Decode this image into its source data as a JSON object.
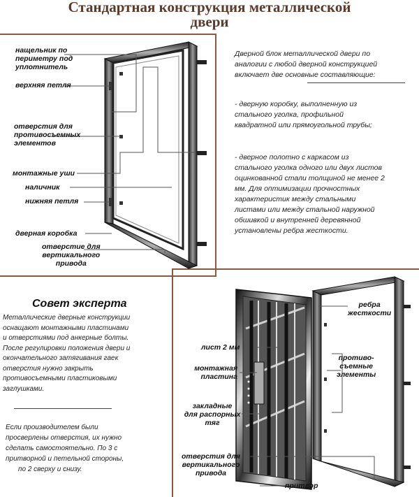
{
  "title": {
    "line1": "Стандартная конструкция металлической",
    "line2": "двери"
  },
  "top_labels": [
    "нащельник по",
    "периметру под",
    "уплотнитель",
    "верхняя петля",
    "отверстия для",
    "противосъемных",
    "элементов",
    "монтажные уши",
    "наличник",
    "нижняя петля",
    "дверная коробка",
    "отверстие для",
    "вертикального",
    "привода"
  ],
  "description": {
    "intro": [
      "Дверной блок металлической двери по",
      "аналогии с любой дверной конструкцией",
      "включает две основные составляющие:"
    ],
    "item1": [
      "- дверную коробку, выполненную из",
      "стального уголка, профильной",
      "квадратной или прямоугольной трубы;"
    ],
    "item2": [
      "- дверное полотно с каркасом из",
      "стального уголка одного или двух листов",
      "оцинкованной стали толщиной не менее 2",
      "мм. Для оптимизации прочностных",
      "характеристик между стальными",
      "листами или между стальной наружной",
      "обшивкой и внутренней деревянной",
      "установлены ребра жесткости."
    ]
  },
  "expert": {
    "title": "Совет эксперта",
    "para1": [
      "Металлические дверные конструкции",
      "оснащают монтажными пластинами",
      "и отверстиями под анкерные болты.",
      "После регулировки положения двери и",
      "окончательного затягивания гаек",
      "отверстия нужно закрыть",
      "противосъемными пластиковыми",
      "заглушками."
    ],
    "para2": [
      "Если производителем были",
      "просверлены отверстия, их нужно",
      "сделать самостоятельно. По 3 с",
      "притворной и петельной стороны,",
      "по 2 сверху и снизу."
    ]
  },
  "bottom_labels": {
    "ribs": [
      "ребра",
      "жесткости"
    ],
    "sheet": "лист 2 мм",
    "plate": [
      "монтажная",
      "пластина"
    ],
    "anti": [
      "противо-",
      "съемные",
      "элементы"
    ],
    "embedded": [
      "закладные",
      "для распорных",
      "тяг"
    ],
    "holes": [
      "отверстия для",
      "вертикального",
      "привода"
    ],
    "rebate": "притвор"
  },
  "colors": {
    "frame_border": "#8b5a3c",
    "title": "#5a3a2a",
    "metal_dark": "#2b2b2b",
    "metal_light": "#e6e6e6"
  }
}
